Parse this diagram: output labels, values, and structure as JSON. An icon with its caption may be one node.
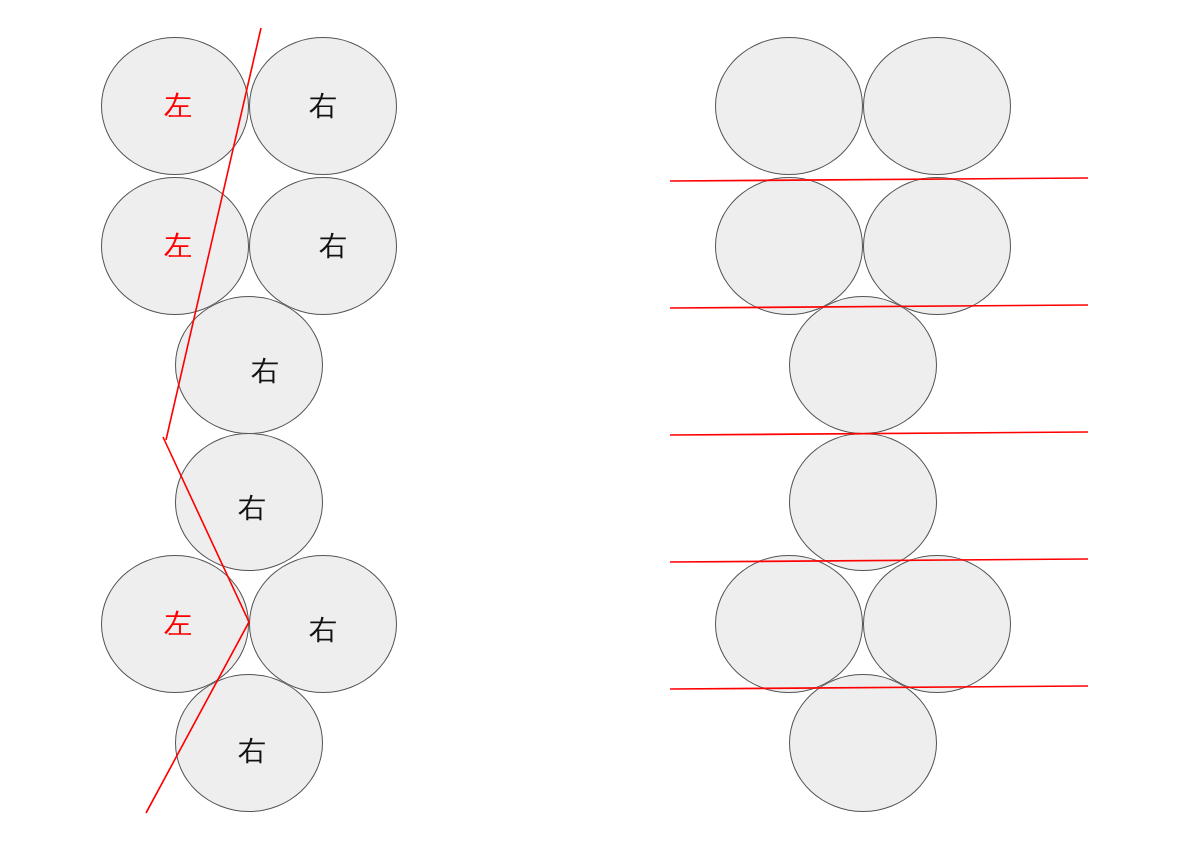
{
  "diagram": {
    "nodes": [
      {
        "text": [
          "左"
        ]
      },
      {
        "text": [
          "右"
        ]
      },
      {
        "text": [
          "左"
        ]
      },
      {
        "text": [
          "右"
        ]
      },
      {
        "text": [
          "右"
        ]
      },
      {
        "text": [
          "右"
        ]
      },
      {
        "text": [
          "左"
        ]
      },
      {
        "text": [
          "右"
        ]
      },
      {
        "text": [
          "右"
        ]
      },
      {
        "text": [],
        "shape": "circle"
      },
      {
        "text": [],
        "shape": "circle"
      },
      {
        "text": [],
        "shape": "circle"
      },
      {
        "text": [],
        "shape": "circle"
      },
      {
        "text": [],
        "shape": "circle"
      },
      {
        "text": [],
        "shape": "circle"
      },
      {
        "text": [],
        "shape": "circle"
      },
      {
        "text": [],
        "shape": "circle"
      },
      {
        "text": [],
        "shape": "circle"
      }
    ]
  }
}
